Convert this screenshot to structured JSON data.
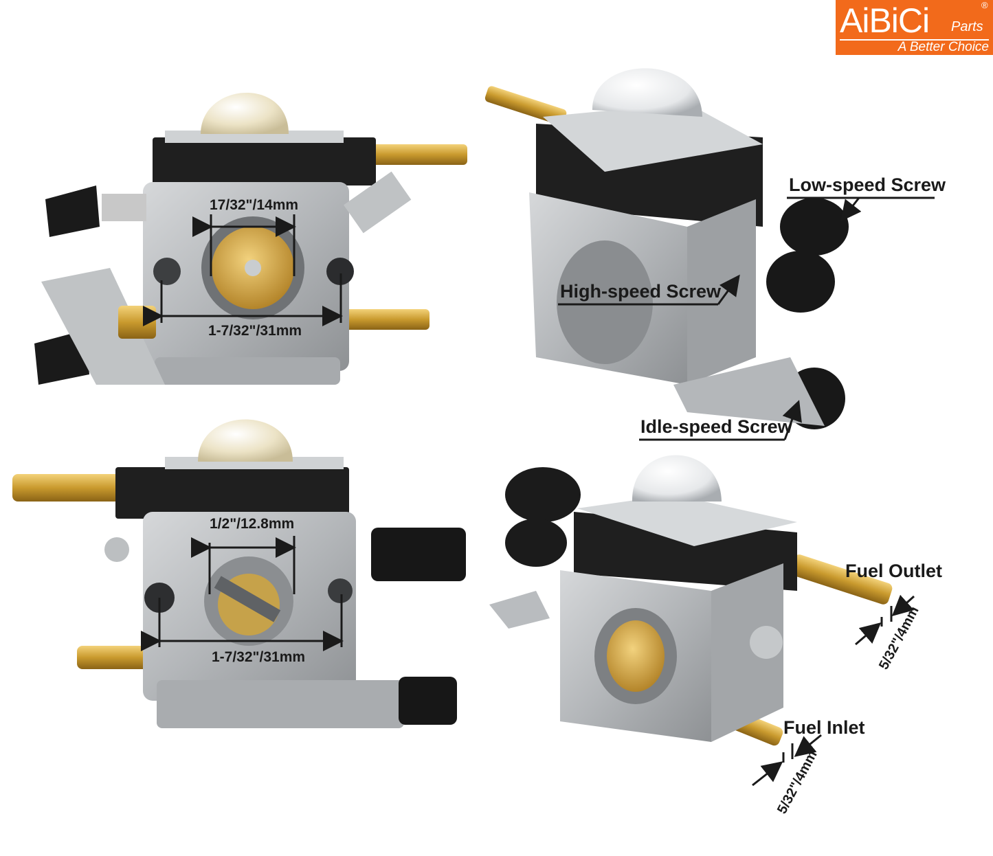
{
  "logo": {
    "brand": "AiBiCi",
    "suffix": "Parts",
    "registered": "®",
    "tagline": "A Better Choice",
    "background": "#f26a1b"
  },
  "views": {
    "front_top": {
      "bore_dimension": "17/32\"/14mm",
      "mount_dimension": "1-7/32\"/31mm"
    },
    "back_bottom": {
      "bore_dimension": "1/2\"/12.8mm",
      "mount_dimension": "1-7/32\"/31mm"
    },
    "angled_right": {
      "low_speed": "Low-speed Screw",
      "high_speed": "High-speed Screw",
      "idle_speed": "Idle-speed Screw"
    },
    "angled_fuel": {
      "fuel_outlet": "Fuel Outlet",
      "fuel_outlet_size": "5/32\"/4mm",
      "fuel_inlet": "Fuel Inlet",
      "fuel_inlet_size": "5/32\"/4mm"
    }
  },
  "colors": {
    "aluminum": "#b9bcbf",
    "black_part": "#1c1c1c",
    "brass": "#d4a53a",
    "primer_bulb": "#efe6c8"
  }
}
